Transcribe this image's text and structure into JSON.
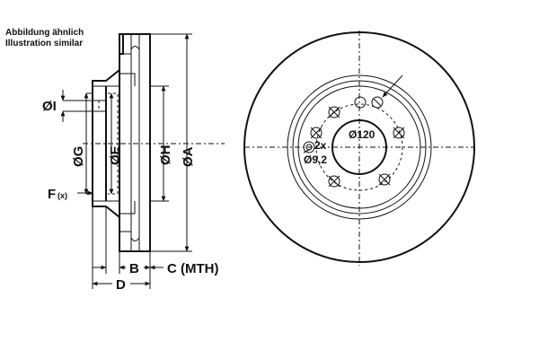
{
  "captions": {
    "line1": "Abbildung ähnlich",
    "line2": "Illustration similar"
  },
  "section_labels": {
    "I": "ØI",
    "G": "ØG",
    "E": "ØE",
    "H": "ØH",
    "A": "ØA",
    "F": "F",
    "F_suffix": "(x)",
    "B": "B",
    "C": "C (MTH)",
    "D": "D"
  },
  "front_labels": {
    "pcd": "Ø120",
    "holes_count": "2x",
    "holes_dia": "Ø9,2"
  }
}
